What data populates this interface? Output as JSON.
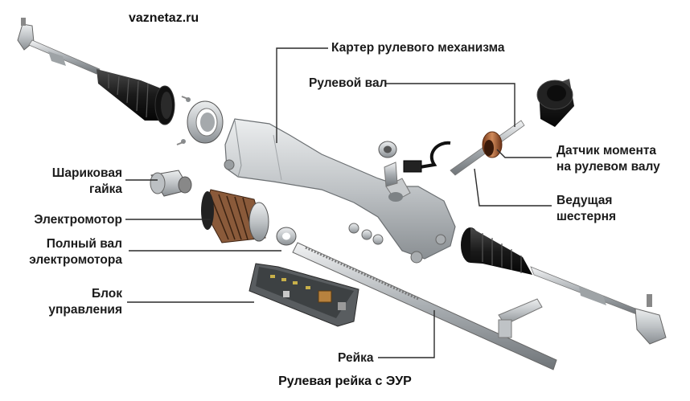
{
  "watermark": "vaznetaz.ru",
  "caption": "Рулевая рейка с ЭУР",
  "labels": {
    "housing": "Картер рулевого механизма",
    "steering_shaft": "Рулевой вал",
    "torque_sensor": [
      "Датчик момента",
      "на рулевом валу"
    ],
    "drive_pinion": [
      "Ведущая",
      "шестерня"
    ],
    "ball_nut": [
      "Шариковая",
      "гайка"
    ],
    "motor": "Электромотор",
    "motor_shaft": [
      "Полный вал",
      "электромотора"
    ],
    "control_unit": [
      "Блок",
      "управления"
    ],
    "rack": "Рейка"
  },
  "colors": {
    "metal": "#c9ccce",
    "rubber": "#1e1e1e",
    "line": "#2a2a2a",
    "text": "#1b1b1b"
  }
}
